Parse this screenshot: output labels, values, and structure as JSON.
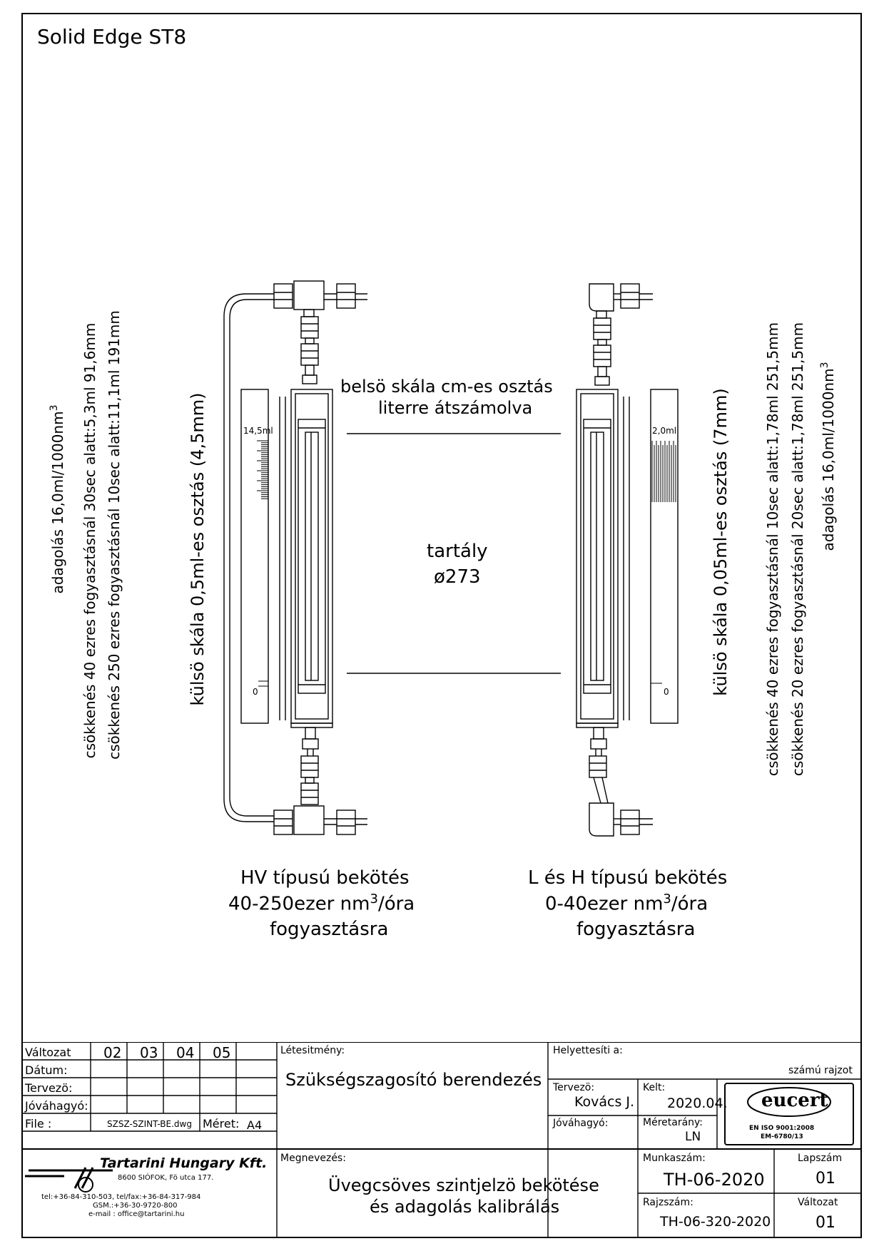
{
  "header": {
    "software": "Solid Edge ST8"
  },
  "drawing": {
    "left_annotations": {
      "line1": "adagolás 16,0ml/1000nm",
      "line1_sup": "3",
      "line2": "csökkenés 40 ezres fogyasztásnál 30sec alatt:5,3ml   91,6mm",
      "line3": "csökkenés 250 ezres fogyasztásnál 10sec alatt:11,1ml   191mm",
      "scale_outer": "külsö skála 0,5ml-es osztás (4,5mm)"
    },
    "right_annotations": {
      "line1": "csökkenés 40 ezres fogyasztásnál 10sec alatt:1,78ml   251,5mm",
      "line2": "csökkenés 20 ezres fogyasztásnál 20sec alatt:1,78ml   251,5mm",
      "line3": "adagolás 16,0ml/1000nm",
      "line3_sup": "3",
      "scale_outer": "külsö skála 0,05ml-es osztás (7mm)"
    },
    "center": {
      "inner_scale_line1": "belsö skála cm-es osztás",
      "inner_scale_line2": "literre átszámolva",
      "tank_label": "tartály",
      "tank_diameter": "ø273"
    },
    "left_gauge": {
      "top_mark": "14,5ml",
      "zero_mark": "0"
    },
    "right_gauge": {
      "top_mark": "2,0ml",
      "zero_mark": "0"
    },
    "left_caption": {
      "line1": "HV típusú bekötés",
      "line2": "40-250ezer nm",
      "line2_sup": "3",
      "line2_end": "/óra",
      "line3": "fogyasztásra"
    },
    "right_caption": {
      "line1": "L és H típusú bekötés",
      "line2": "0-40ezer nm",
      "line2_sup": "3",
      "line2_end": "/óra",
      "line3": "fogyasztásra"
    }
  },
  "title_block": {
    "revision_label": "Változat",
    "revisions": [
      "02",
      "03",
      "04",
      "05"
    ],
    "date_label": "Dátum:",
    "designer_label": "Tervezö:",
    "approver_label": "Jóváhagyó:",
    "file_label": "File :",
    "file_name": "SZSZ-SZINT-BE.dwg",
    "size_label": "Méret:",
    "size_value": "A4",
    "facility_label": "Létesitmény:",
    "facility_value": "Szükségszagosító berendezés",
    "replaces_label": "Helyettesíti a:",
    "drawing_no_suffix": "számú rajzot",
    "designer2_label": "Tervezö:",
    "designer2_value": "Kovács J.",
    "date2_label": "Kelt:",
    "date2_value": "2020.04.",
    "approver2_label": "Jóváhagyó:",
    "scale_label": "Méretarány:",
    "scale_value": "LN",
    "cert_logo": "eucert",
    "cert_std": "EN ISO 9001:2008",
    "cert_no": "EM-6780/13",
    "company_name": "Tartarini Hungary Kft.",
    "company_address": "8600 SIÓFOK, Fö utca 177.",
    "company_tel": "tel:+36-84-310-503, tel/fax:+36-84-317-984",
    "company_gsm": "GSM.:+36-30-9720-800",
    "company_email": "e-mail : office@tartarini.hu",
    "name_label": "Megnevezés:",
    "name_line1": "Üvegcsöves szintjelzö bekötése",
    "name_line2": "és adagolás kalibrálás",
    "job_no_label": "Munkaszám:",
    "job_no_value": "TH-06-2020",
    "sheet_label": "Lapszám",
    "sheet_value": "01",
    "drawing_no_label": "Rajzszám:",
    "drawing_no_value": "TH-06-320-2020",
    "variant_label": "Változat",
    "variant_value": "01"
  }
}
